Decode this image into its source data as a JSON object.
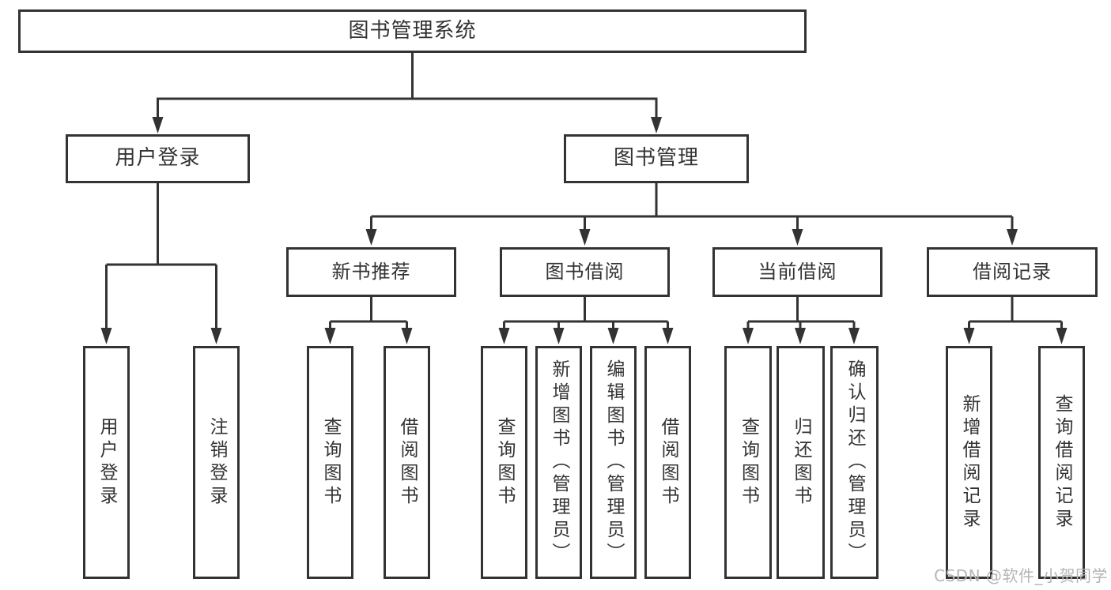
{
  "colors": {
    "line": "#333333",
    "box_border": "#333333",
    "text": "#333333",
    "watermark": "#b5b5b5",
    "background": "#ffffff"
  },
  "tree": {
    "root": {
      "label": "图书管理系统"
    },
    "level2": [
      {
        "label": "用户登录",
        "children": [
          {
            "label": "用户登录"
          },
          {
            "label": "注销登录"
          }
        ]
      },
      {
        "label": "图书管理",
        "children": [
          {
            "label": "新书推荐",
            "children": [
              {
                "label": "查询图书"
              },
              {
                "label": "借阅图书"
              }
            ]
          },
          {
            "label": "图书借阅",
            "children": [
              {
                "label": "查询图书"
              },
              {
                "label": "新增图书（管理员）"
              },
              {
                "label": "编辑图书（管理员）"
              },
              {
                "label": "借阅图书"
              }
            ]
          },
          {
            "label": "当前借阅",
            "children": [
              {
                "label": "查询图书"
              },
              {
                "label": "归还图书"
              },
              {
                "label": "确认归还（管理员）"
              }
            ]
          },
          {
            "label": "借阅记录",
            "children": [
              {
                "label": "新增借阅记录"
              },
              {
                "label": "查询借阅记录"
              }
            ]
          }
        ]
      }
    ],
    "watermark": "CSDN @软件_小贺同学"
  }
}
